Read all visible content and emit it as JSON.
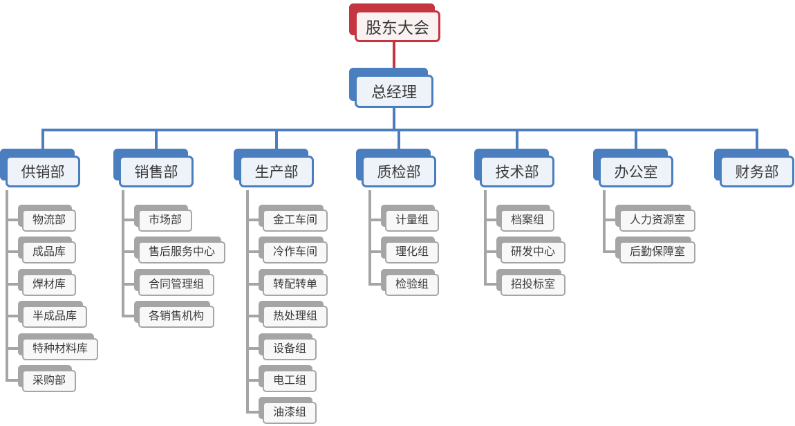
{
  "chart": {
    "type": "org-chart",
    "root": {
      "label": "股东大会"
    },
    "manager": {
      "label": "总经理"
    },
    "departments": [
      {
        "label": "供销部",
        "children": [
          "物流部",
          "成品库",
          "焊材库",
          "半成品库",
          "特种材料库",
          "采购部"
        ]
      },
      {
        "label": "销售部",
        "children": [
          "市场部",
          "售后服务中心",
          "合同管理组",
          "各销售机构"
        ]
      },
      {
        "label": "生产部",
        "children": [
          "金工车间",
          "冷作车间",
          "转配转单",
          "热处理组",
          "设备组",
          "电工组",
          "油漆组"
        ]
      },
      {
        "label": "质检部",
        "children": [
          "计量组",
          "理化组",
          "检验组"
        ]
      },
      {
        "label": "技术部",
        "children": [
          "档案组",
          "研发中心",
          "招投标室"
        ]
      },
      {
        "label": "办公室",
        "children": [
          "人力资源室",
          "后勤保障室"
        ]
      },
      {
        "label": "财务部",
        "children": []
      }
    ],
    "colors": {
      "root_accent": "#C43540",
      "root_fill": "#FAF1F1",
      "branch_accent": "#4A7EBE",
      "branch_fill": "#EEF2F9",
      "leaf_accent": "#A5A5A5",
      "leaf_fill": "#F8F8F8",
      "text": "#3A3A3A"
    }
  }
}
